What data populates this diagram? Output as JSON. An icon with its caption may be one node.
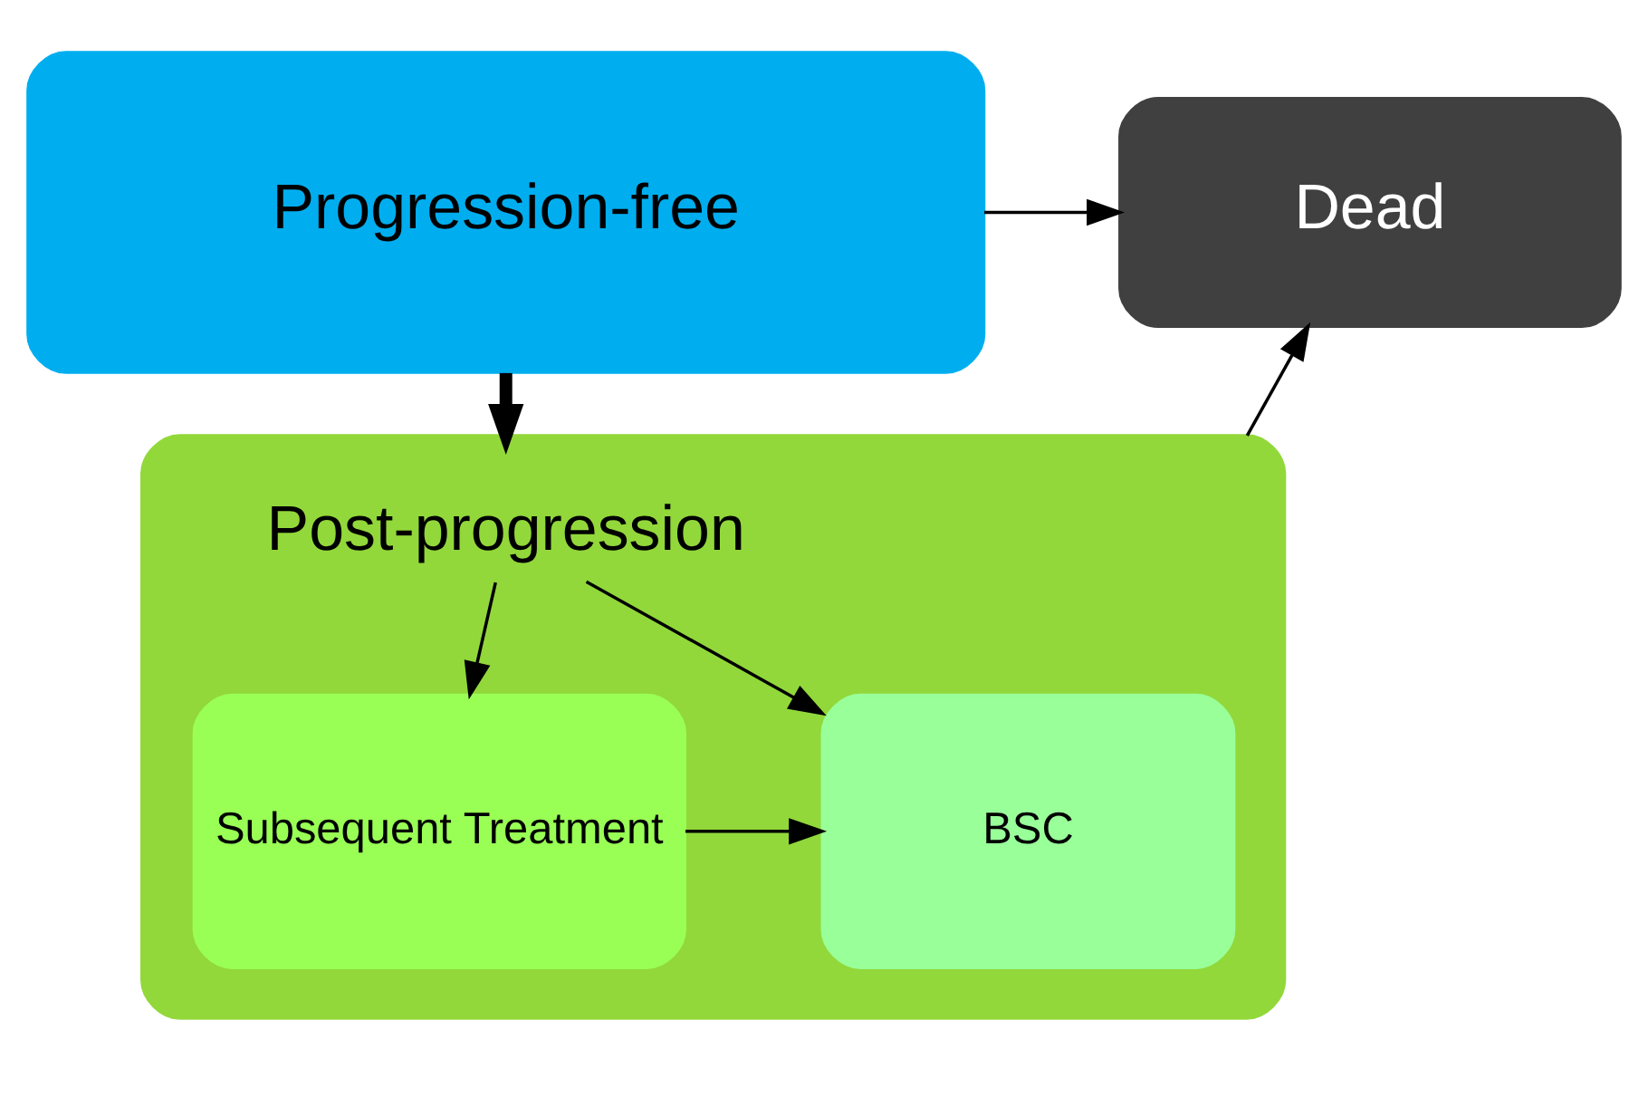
{
  "diagram": {
    "nodes": [
      {
        "text": [
          "Progression-free"
        ]
      },
      {
        "text": [
          "Dead"
        ]
      },
      {
        "text": [
          "Post-progression"
        ]
      },
      {
        "text": [
          "Subsequent Treatment"
        ],
        "in": 2
      },
      {
        "text": [
          "BSC"
        ],
        "in": 2
      }
    ],
    "edges": [
      {
        "from": 0,
        "to": 1,
        "arrow": "to"
      },
      {
        "from": 0,
        "to": 2,
        "arrow": "to",
        "style": "thick"
      },
      {
        "from": 2,
        "to": 3,
        "arrow": "to"
      },
      {
        "from": 2,
        "to": 4,
        "arrow": "to"
      },
      {
        "from": 3,
        "to": 4,
        "arrow": "to"
      },
      {
        "from": 2,
        "to": 1,
        "arrow": "to"
      }
    ]
  }
}
